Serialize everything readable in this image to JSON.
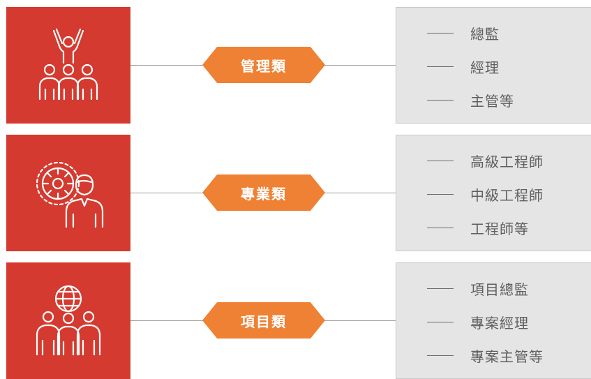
{
  "categories": [
    {
      "label": "管理類",
      "icon": "team-celebrating-icon",
      "roles": [
        "總監",
        "經理",
        "主管等"
      ]
    },
    {
      "label": "專業類",
      "icon": "gear-person-icon",
      "roles": [
        "高級工程師",
        "中級工程師",
        "工程師等"
      ]
    },
    {
      "label": "項目類",
      "icon": "globe-team-icon",
      "roles": [
        "項目總監",
        "專案經理",
        "專案主管等"
      ]
    }
  ],
  "colors": {
    "icon_box": "#d43a2f",
    "tag": "#ee8133",
    "panel": "#e5e5e5",
    "text": "#5f5f5f"
  }
}
